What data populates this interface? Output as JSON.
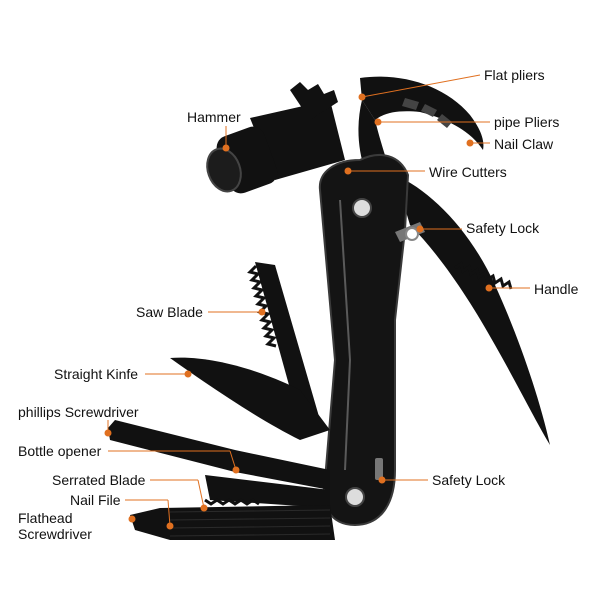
{
  "colors": {
    "tool_body": "#111111",
    "tool_edge": "#3a3a3a",
    "highlight": "#5a5a5a",
    "leader": "#e07020",
    "dot": "#e07020",
    "background": "#ffffff"
  },
  "labels": {
    "flat_pliers": "Flat pliers",
    "pipe_pliers": "pipe Pliers",
    "nail_claw": "Nail Claw",
    "hammer": "Hammer",
    "wire_cutters": "Wire Cutters",
    "safety_lock_top": "Safety Lock",
    "handle": "Handle",
    "saw_blade": "Saw Blade",
    "straight_knife": "Straight Kinfe",
    "phillips_screwdriver": "phillips Screwdriver",
    "bottle_opener": "Bottle opener",
    "serrated_blade": "Serrated Blade",
    "safety_lock_bottom": "Safety Lock",
    "nail_file": "Nail File",
    "flathead_screwdriver_line1": "Flathead",
    "flathead_screwdriver_line2": "Screwdriver"
  }
}
